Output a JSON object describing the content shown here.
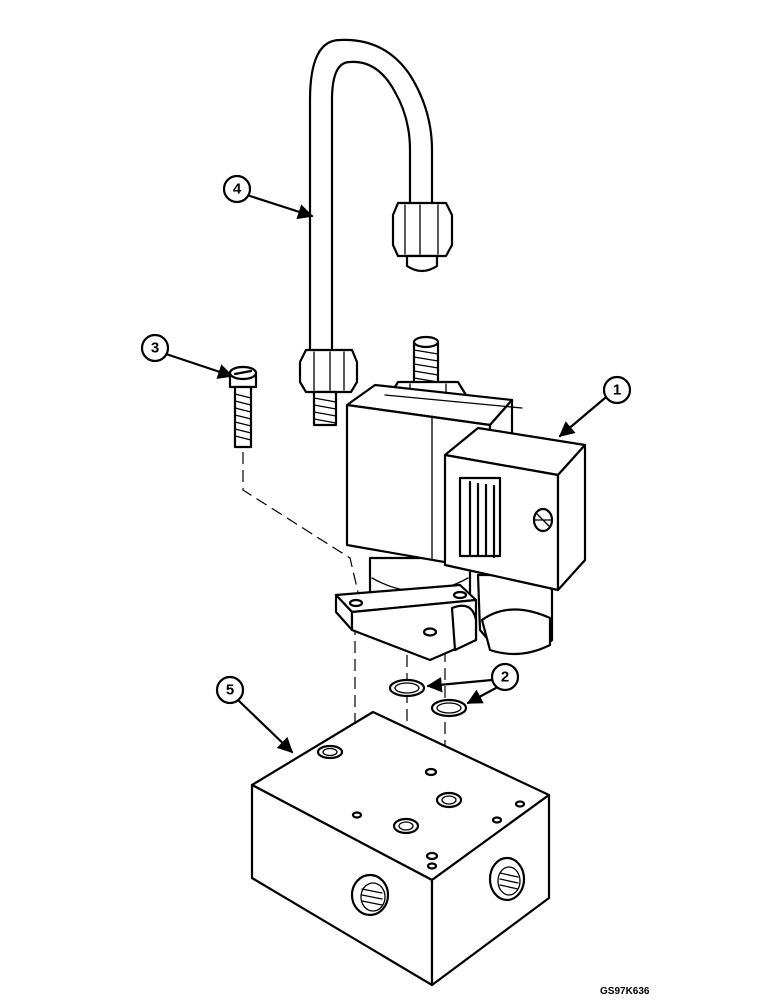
{
  "callouts": {
    "c1": "1",
    "c2": "2",
    "c3": "3",
    "c4": "4",
    "c5": "5"
  },
  "figure_code": "GS97K636"
}
